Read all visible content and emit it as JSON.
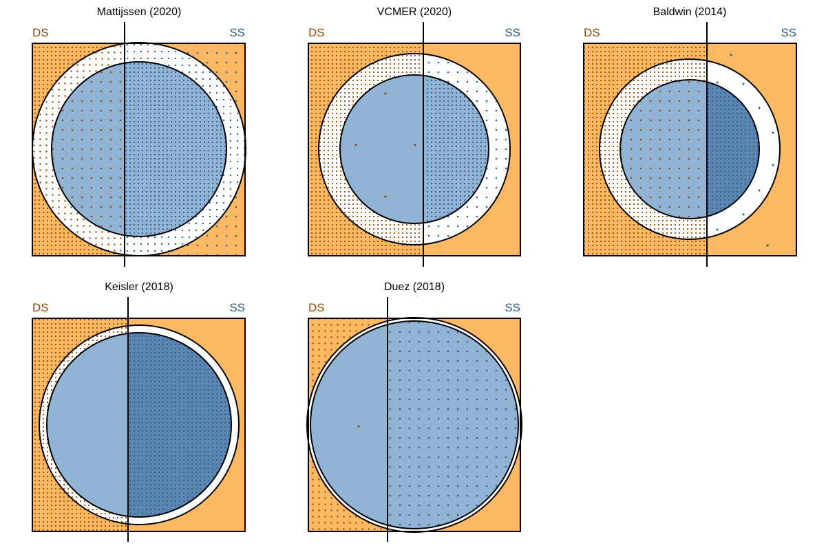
{
  "labels": {
    "left": "DS",
    "right": "SS"
  },
  "colors": {
    "ds_text": "#8b4a08",
    "ss_text": "#2e5e86",
    "orange": "#fdb863",
    "light_blue": "#92b4d4",
    "dark_blue": "#5a86b1",
    "dot_brown": "#8b4a08",
    "dot_blue": "#2e5e86",
    "stroke": "#000000"
  },
  "panels": [
    {
      "title": "Mattijssen (2020)"
    },
    {
      "title": "VCMER (2020)"
    },
    {
      "title": "Baldwin (2014)"
    },
    {
      "title": "Keisler (2018)"
    },
    {
      "title": "Duez (2018)"
    }
  ]
}
